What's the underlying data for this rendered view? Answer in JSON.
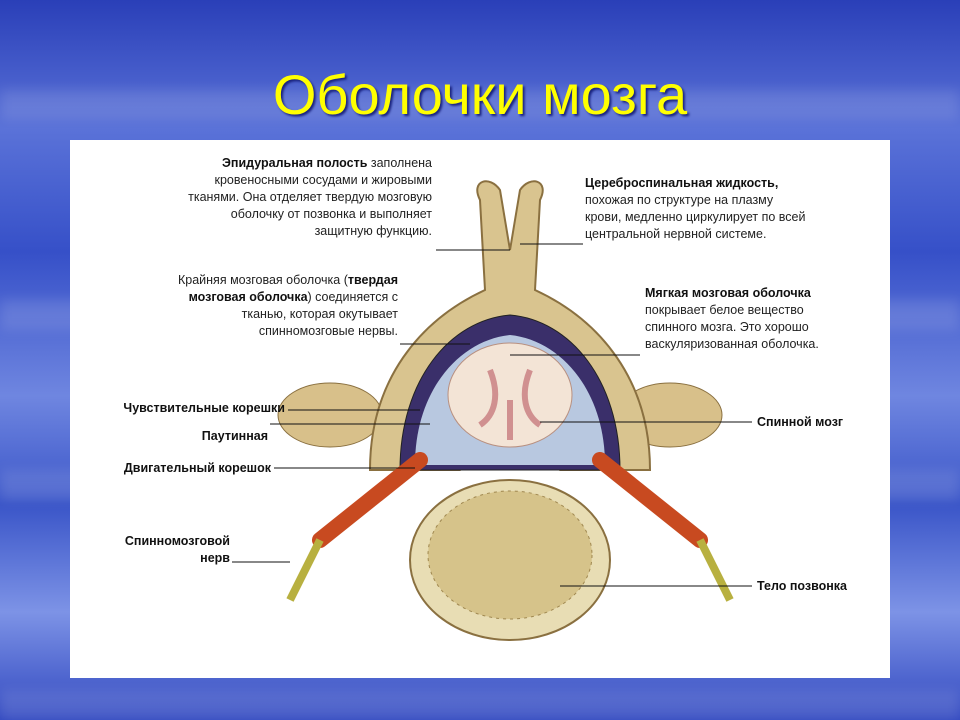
{
  "title": "Оболочки мозга",
  "labels": {
    "epidural": {
      "bold": "Эпидуральная полость",
      "rest": " заполнена",
      "lines": [
        "кровеносными сосудами и жировыми",
        "тканями. Она отделяет твердую мозговую",
        "оболочку от позвонка и выполняет",
        "защитную функцию."
      ]
    },
    "dura": {
      "line1": "Крайняя мозговая оболочка (",
      "line1_bold": "твердая",
      "line2_bold": "мозговая оболочка",
      "line2": ") соединяется с",
      "lines": [
        "тканью, которая окутывает",
        "спинномозговые нервы."
      ]
    },
    "csf": {
      "bold": "Цереброспинальная жидкость",
      "rest": ",",
      "lines": [
        "похожая по структуре на плазму",
        "крови, медленно циркулирует по всей",
        "центральной нервной системе."
      ]
    },
    "pia": {
      "bold": "Мягкая мозговая оболочка",
      "lines": [
        "покрывает белое вещество",
        "спинного мозга. Это хорошо",
        "васкуляризованная оболочка."
      ]
    },
    "sensory_roots": "Чувствительные корешки",
    "arachnoid": "Паутинная",
    "motor_root": "Двигательный корешок",
    "spinal_nerve": [
      "Спинномозговой",
      "нерв"
    ],
    "spinal_cord": "Спинной мозг",
    "vertebral_body": "Тело позвонка"
  }
}
